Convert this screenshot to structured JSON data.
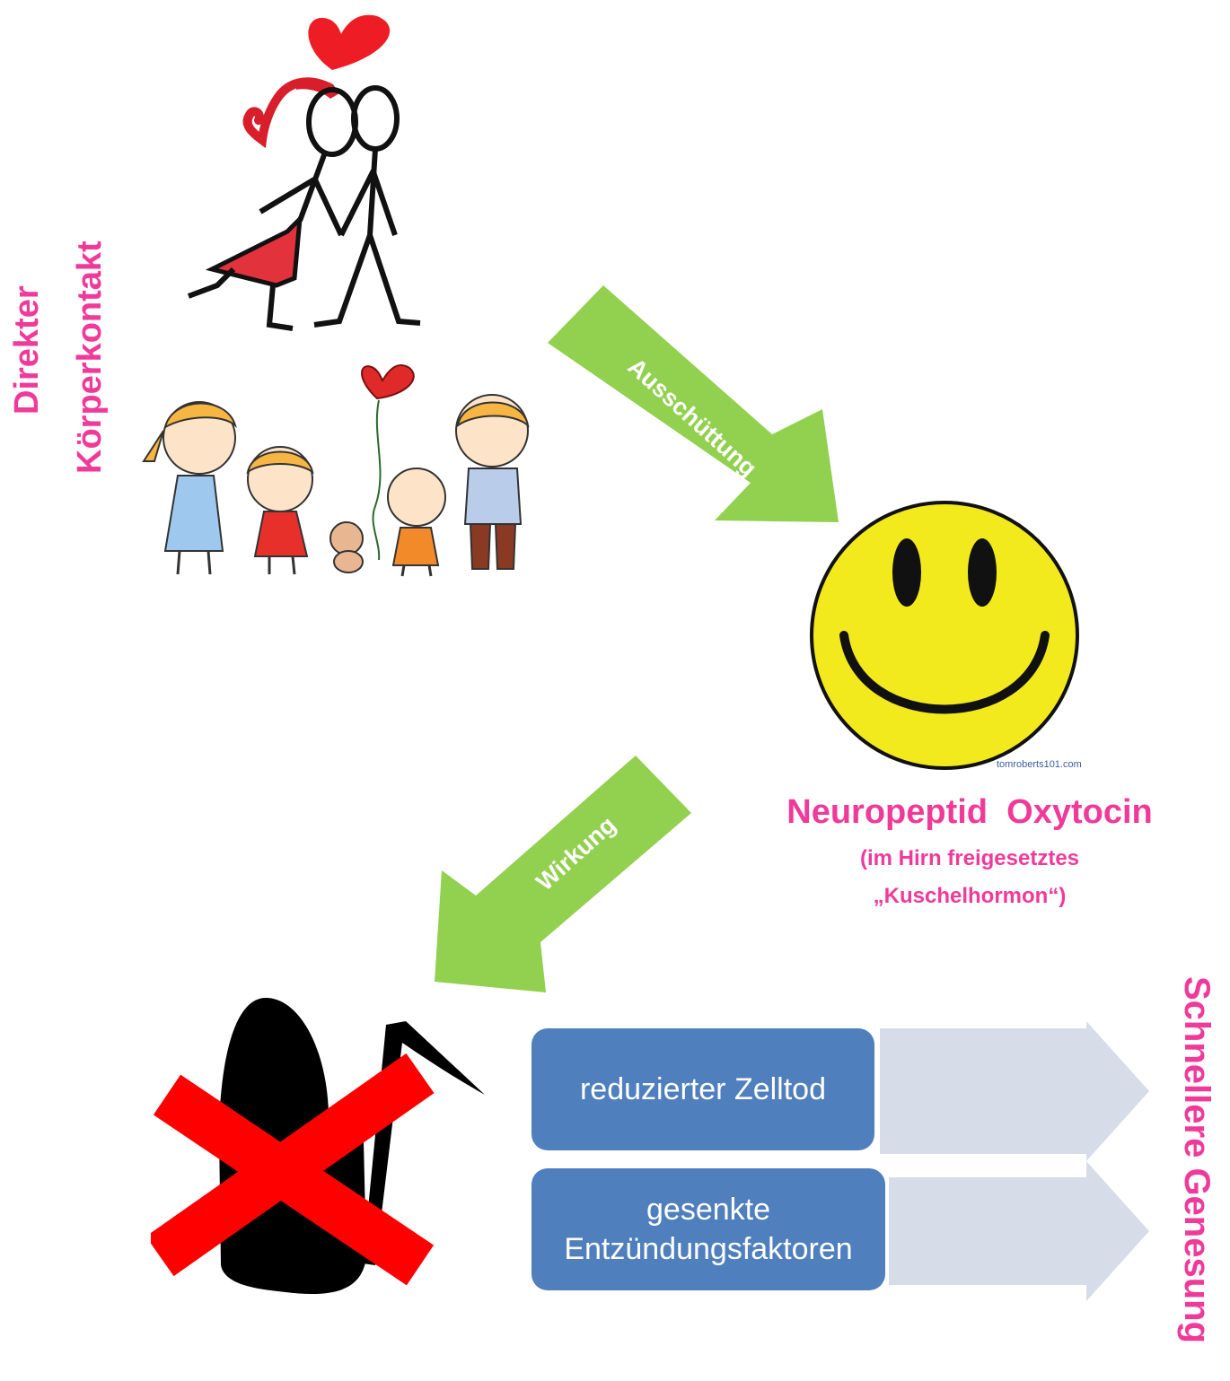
{
  "left_label": {
    "line1": "Direkter",
    "line2": "Körperkontakt"
  },
  "arrow1": {
    "label": "Ausschüttung",
    "color": "#92d050"
  },
  "arrow2": {
    "label": "Wirkung",
    "color": "#92d050"
  },
  "smiley": {
    "credit": "tomroberts101.com",
    "face_color": "#f2ea1c"
  },
  "oxytocin": {
    "title": "Neuropeptid  Oxytocin",
    "sub1": "(im Hirn freigesetztes",
    "sub2": "„Kuschelhormon“)"
  },
  "effects": [
    {
      "label": "reduzierter Zelltod"
    },
    {
      "label_line1": "gesenkte",
      "label_line2": "Entzündungsfaktoren"
    }
  ],
  "result_label": "Schnellere Genesung",
  "colors": {
    "accent_pink": "#f03a9a",
    "box_blue": "#4f7fbd",
    "chevron": "#d6dde9",
    "cross_red": "#ff0000"
  }
}
